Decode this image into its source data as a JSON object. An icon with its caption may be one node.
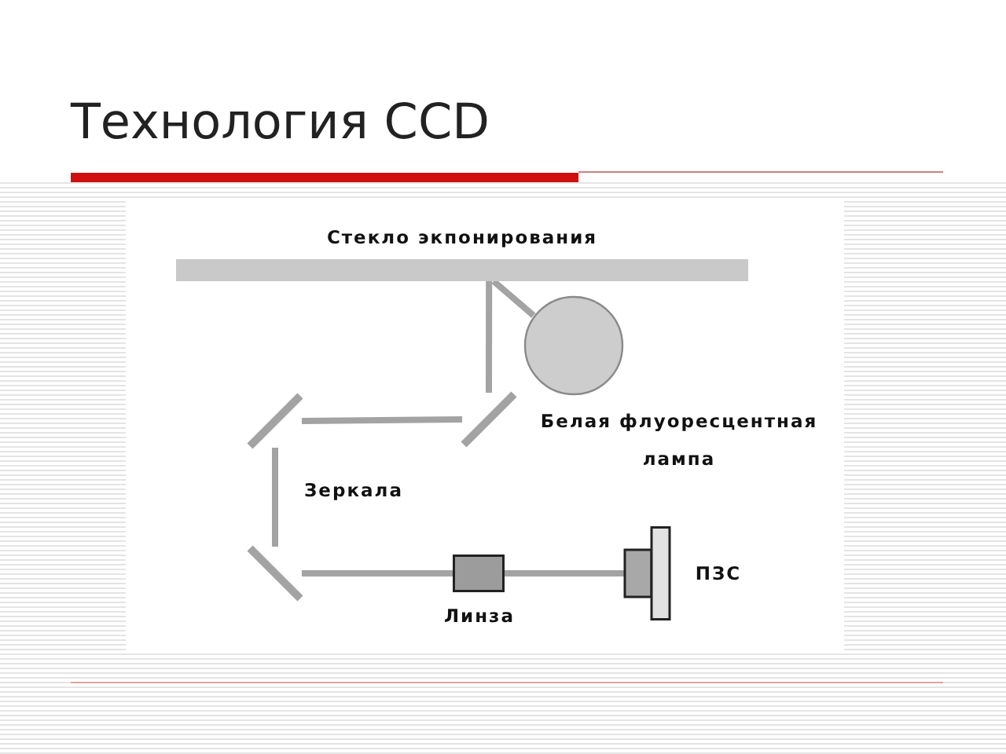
{
  "diagram": {
    "title": "Технология CCD",
    "nodes": [
      {
        "text": [
          "Стекло экпонирования"
        ]
      },
      {
        "text": [],
        "shape": "circle",
        "beside": [
          "Белая флуоресцентная лампа"
        ]
      },
      {
        "text": [],
        "shape": "bar"
      },
      {
        "text": [],
        "shape": "bar"
      },
      {
        "text": [],
        "shape": "bar"
      },
      {
        "text": [],
        "shape": "box",
        "beside": [
          "Линза"
        ]
      },
      {
        "text": [],
        "shape": "box",
        "beside": [
          "ПЗС"
        ]
      }
    ],
    "edges": [
      {
        "from": 1,
        "to": 0,
        "arrow": "none"
      },
      {
        "from": 0,
        "to": 2,
        "arrow": "none"
      },
      {
        "from": 2,
        "to": 3,
        "arrow": "none"
      },
      {
        "from": 3,
        "to": 4,
        "arrow": "none"
      },
      {
        "from": 4,
        "to": 5,
        "arrow": "none"
      },
      {
        "from": 5,
        "to": 6,
        "arrow": "none"
      }
    ],
    "labels": [
      "Зеркала"
    ]
  }
}
